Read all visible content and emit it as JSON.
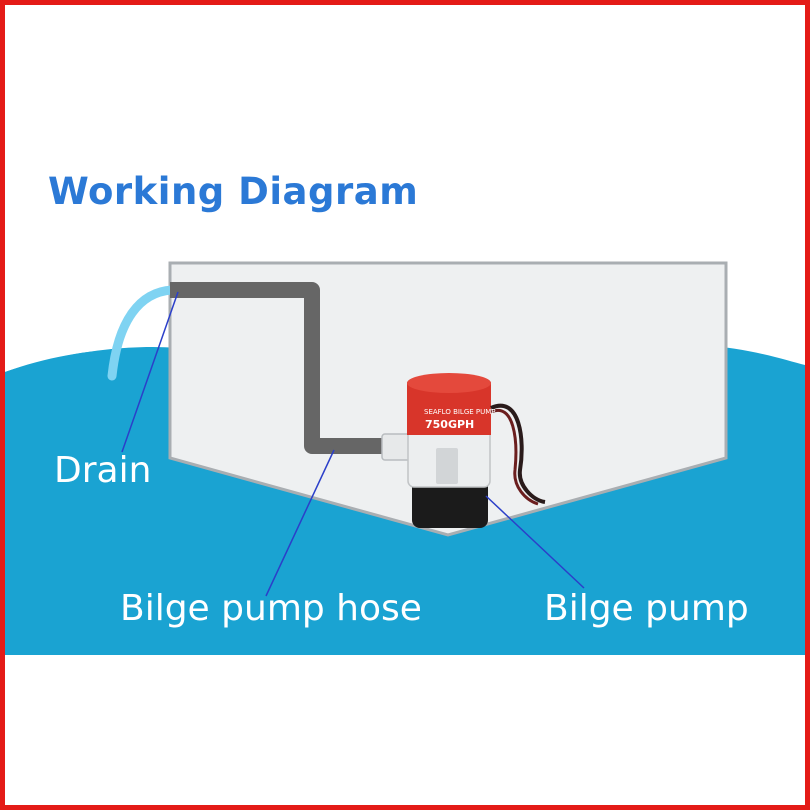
{
  "diagram": {
    "title": "Working Diagram",
    "labels": {
      "drain": "Drain",
      "hose": "Bilge pump hose",
      "pump": "Bilge pump"
    },
    "pump_markings": {
      "brand": "SEAFLO BILGE PUMP",
      "capacity": "750GPH"
    },
    "colors": {
      "border": "#e41b17",
      "title": "#2b79d6",
      "water": "#1aa3d2",
      "hull": "#eef0f1",
      "hose": "#666666",
      "pump_cap": "#d8352a",
      "pointer": "#2b3fc9"
    }
  }
}
